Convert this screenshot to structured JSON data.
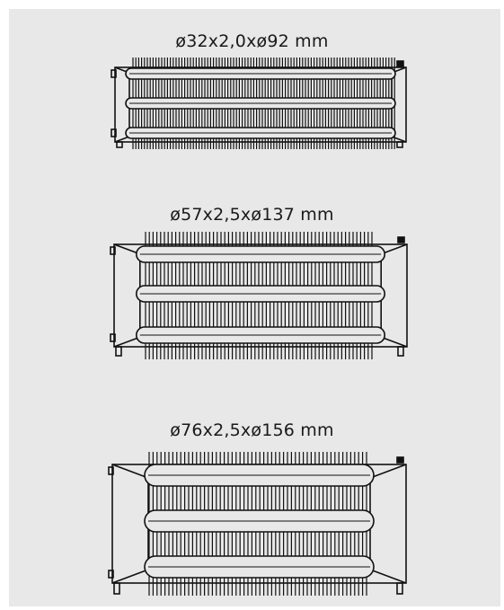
{
  "diagram": {
    "background": "#e7e8e7",
    "stroke_color": "#111111",
    "heaters": [
      {
        "id": "small",
        "label": "ø32x2,0xø92 mm",
        "tube_count": 3
      },
      {
        "id": "medium",
        "label": "ø57x2,5xø137 mm",
        "tube_count": 3
      },
      {
        "id": "large",
        "label": "ø76x2,5xø156 mm",
        "tube_count": 3
      }
    ]
  }
}
